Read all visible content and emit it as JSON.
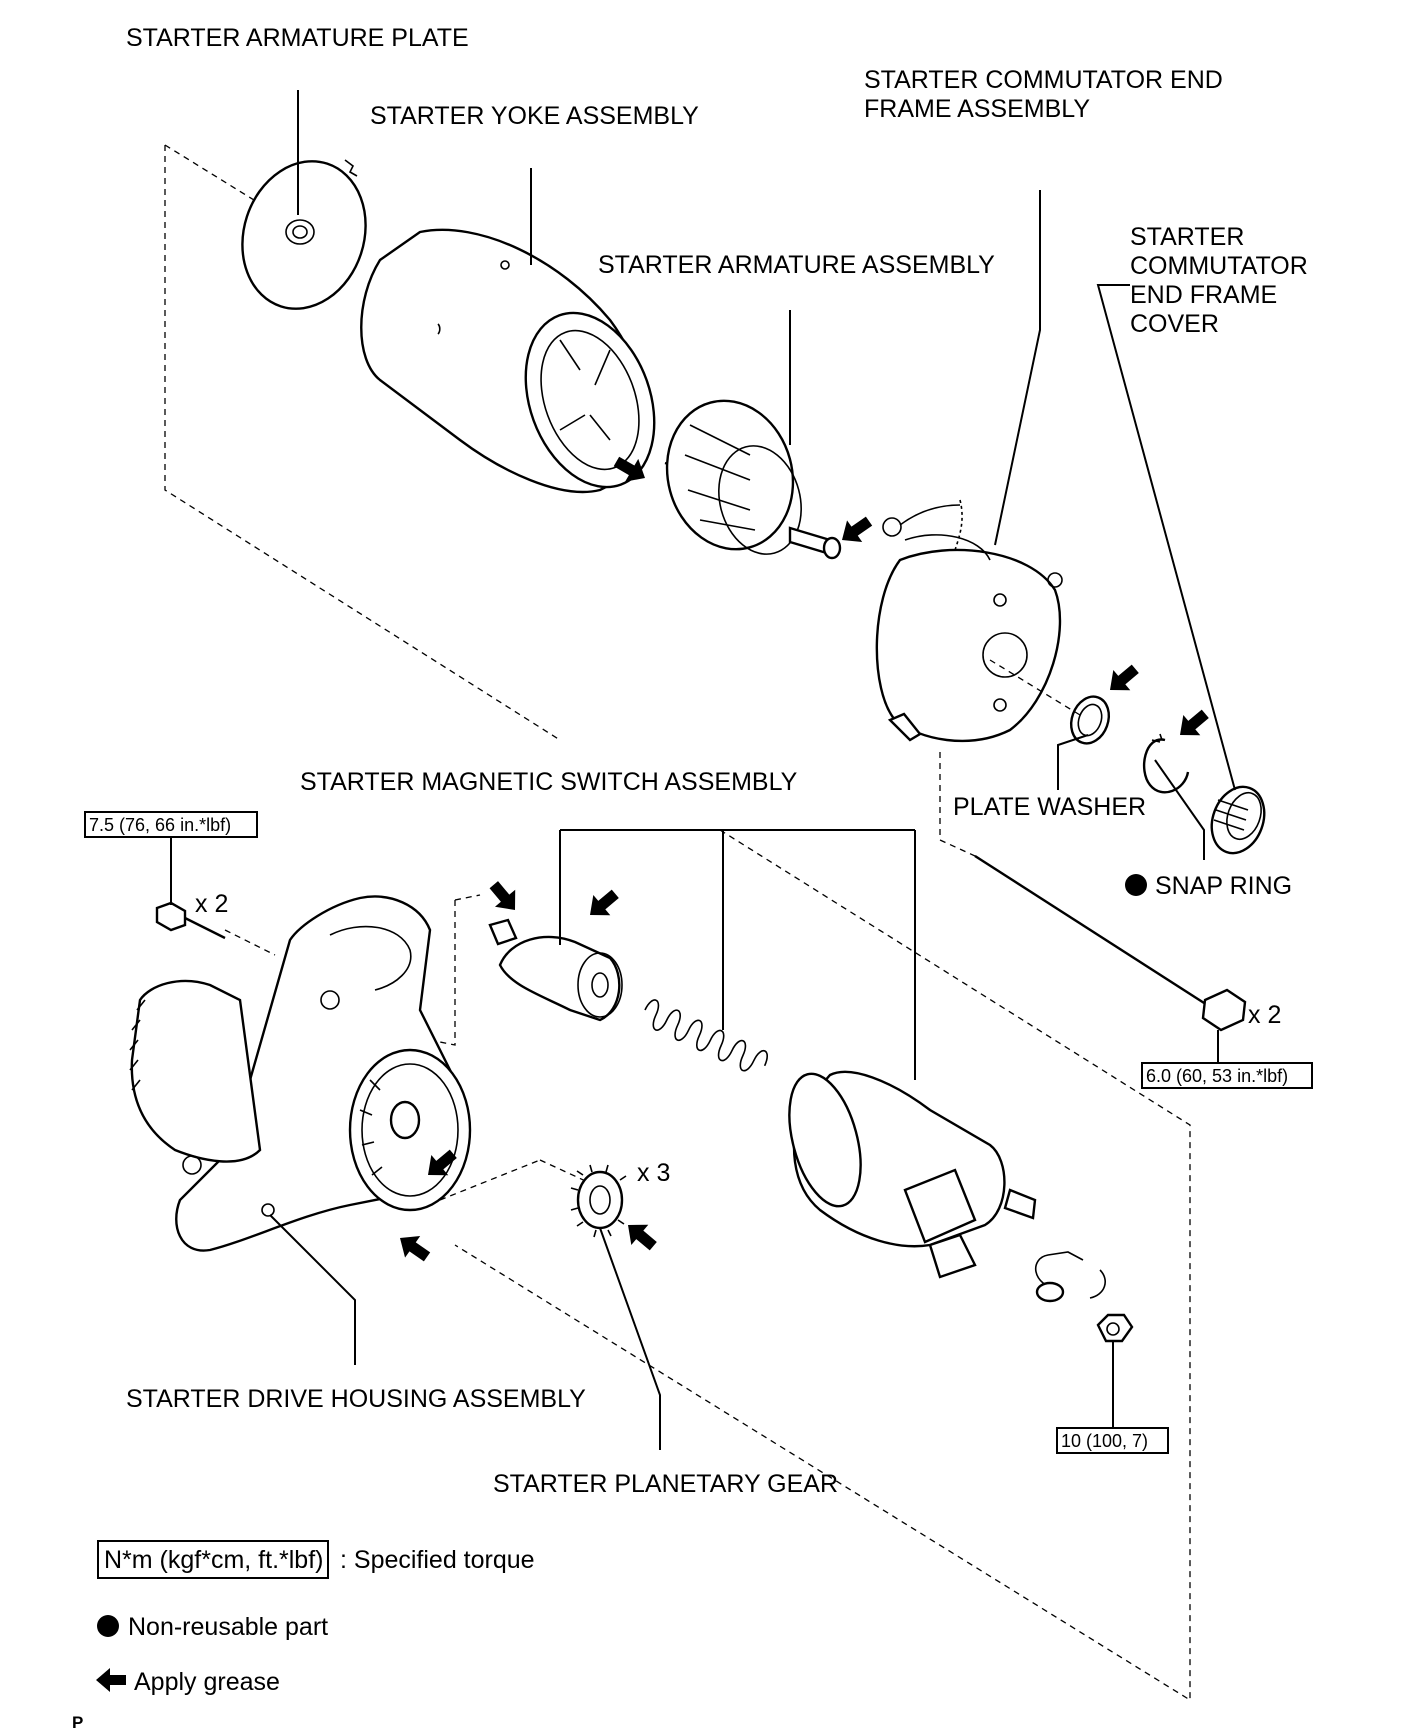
{
  "labels": {
    "armature_plate": "STARTER ARMATURE PLATE",
    "yoke_assembly": "STARTER YOKE ASSEMBLY",
    "commutator_end_frame_1": "STARTER COMMUTATOR END",
    "commutator_end_frame_2": "FRAME ASSEMBLY",
    "end_frame_cover_1": "STARTER",
    "end_frame_cover_2": "COMMUTATOR",
    "end_frame_cover_3": "END FRAME",
    "end_frame_cover_4": "COVER",
    "armature_assembly": "STARTER ARMATURE ASSEMBLY",
    "magnetic_switch": "STARTER MAGNETIC SWITCH ASSEMBLY",
    "plate_washer": "PLATE WASHER",
    "snap_ring": "SNAP RING",
    "drive_housing": "STARTER DRIVE HOUSING ASSEMBLY",
    "planetary_gear": "STARTER PLANETARY GEAR"
  },
  "torques": {
    "housing_bolt": "7.5 (76, 66 in.*lbf)",
    "through_bolt": "6.0 (60, 53 in.*lbf)",
    "terminal_nut": "10 (100, 7)"
  },
  "quantities": {
    "housing_bolt": "x 2",
    "through_bolt": "x 2",
    "planetary_gear": "x 3"
  },
  "legend": {
    "torque_box": "N*m (kgf*cm, ft.*lbf)",
    "torque_text": ": Specified torque",
    "non_reusable": "Non-reusable part",
    "apply_grease": "Apply grease"
  },
  "footer": {
    "code": "P"
  }
}
